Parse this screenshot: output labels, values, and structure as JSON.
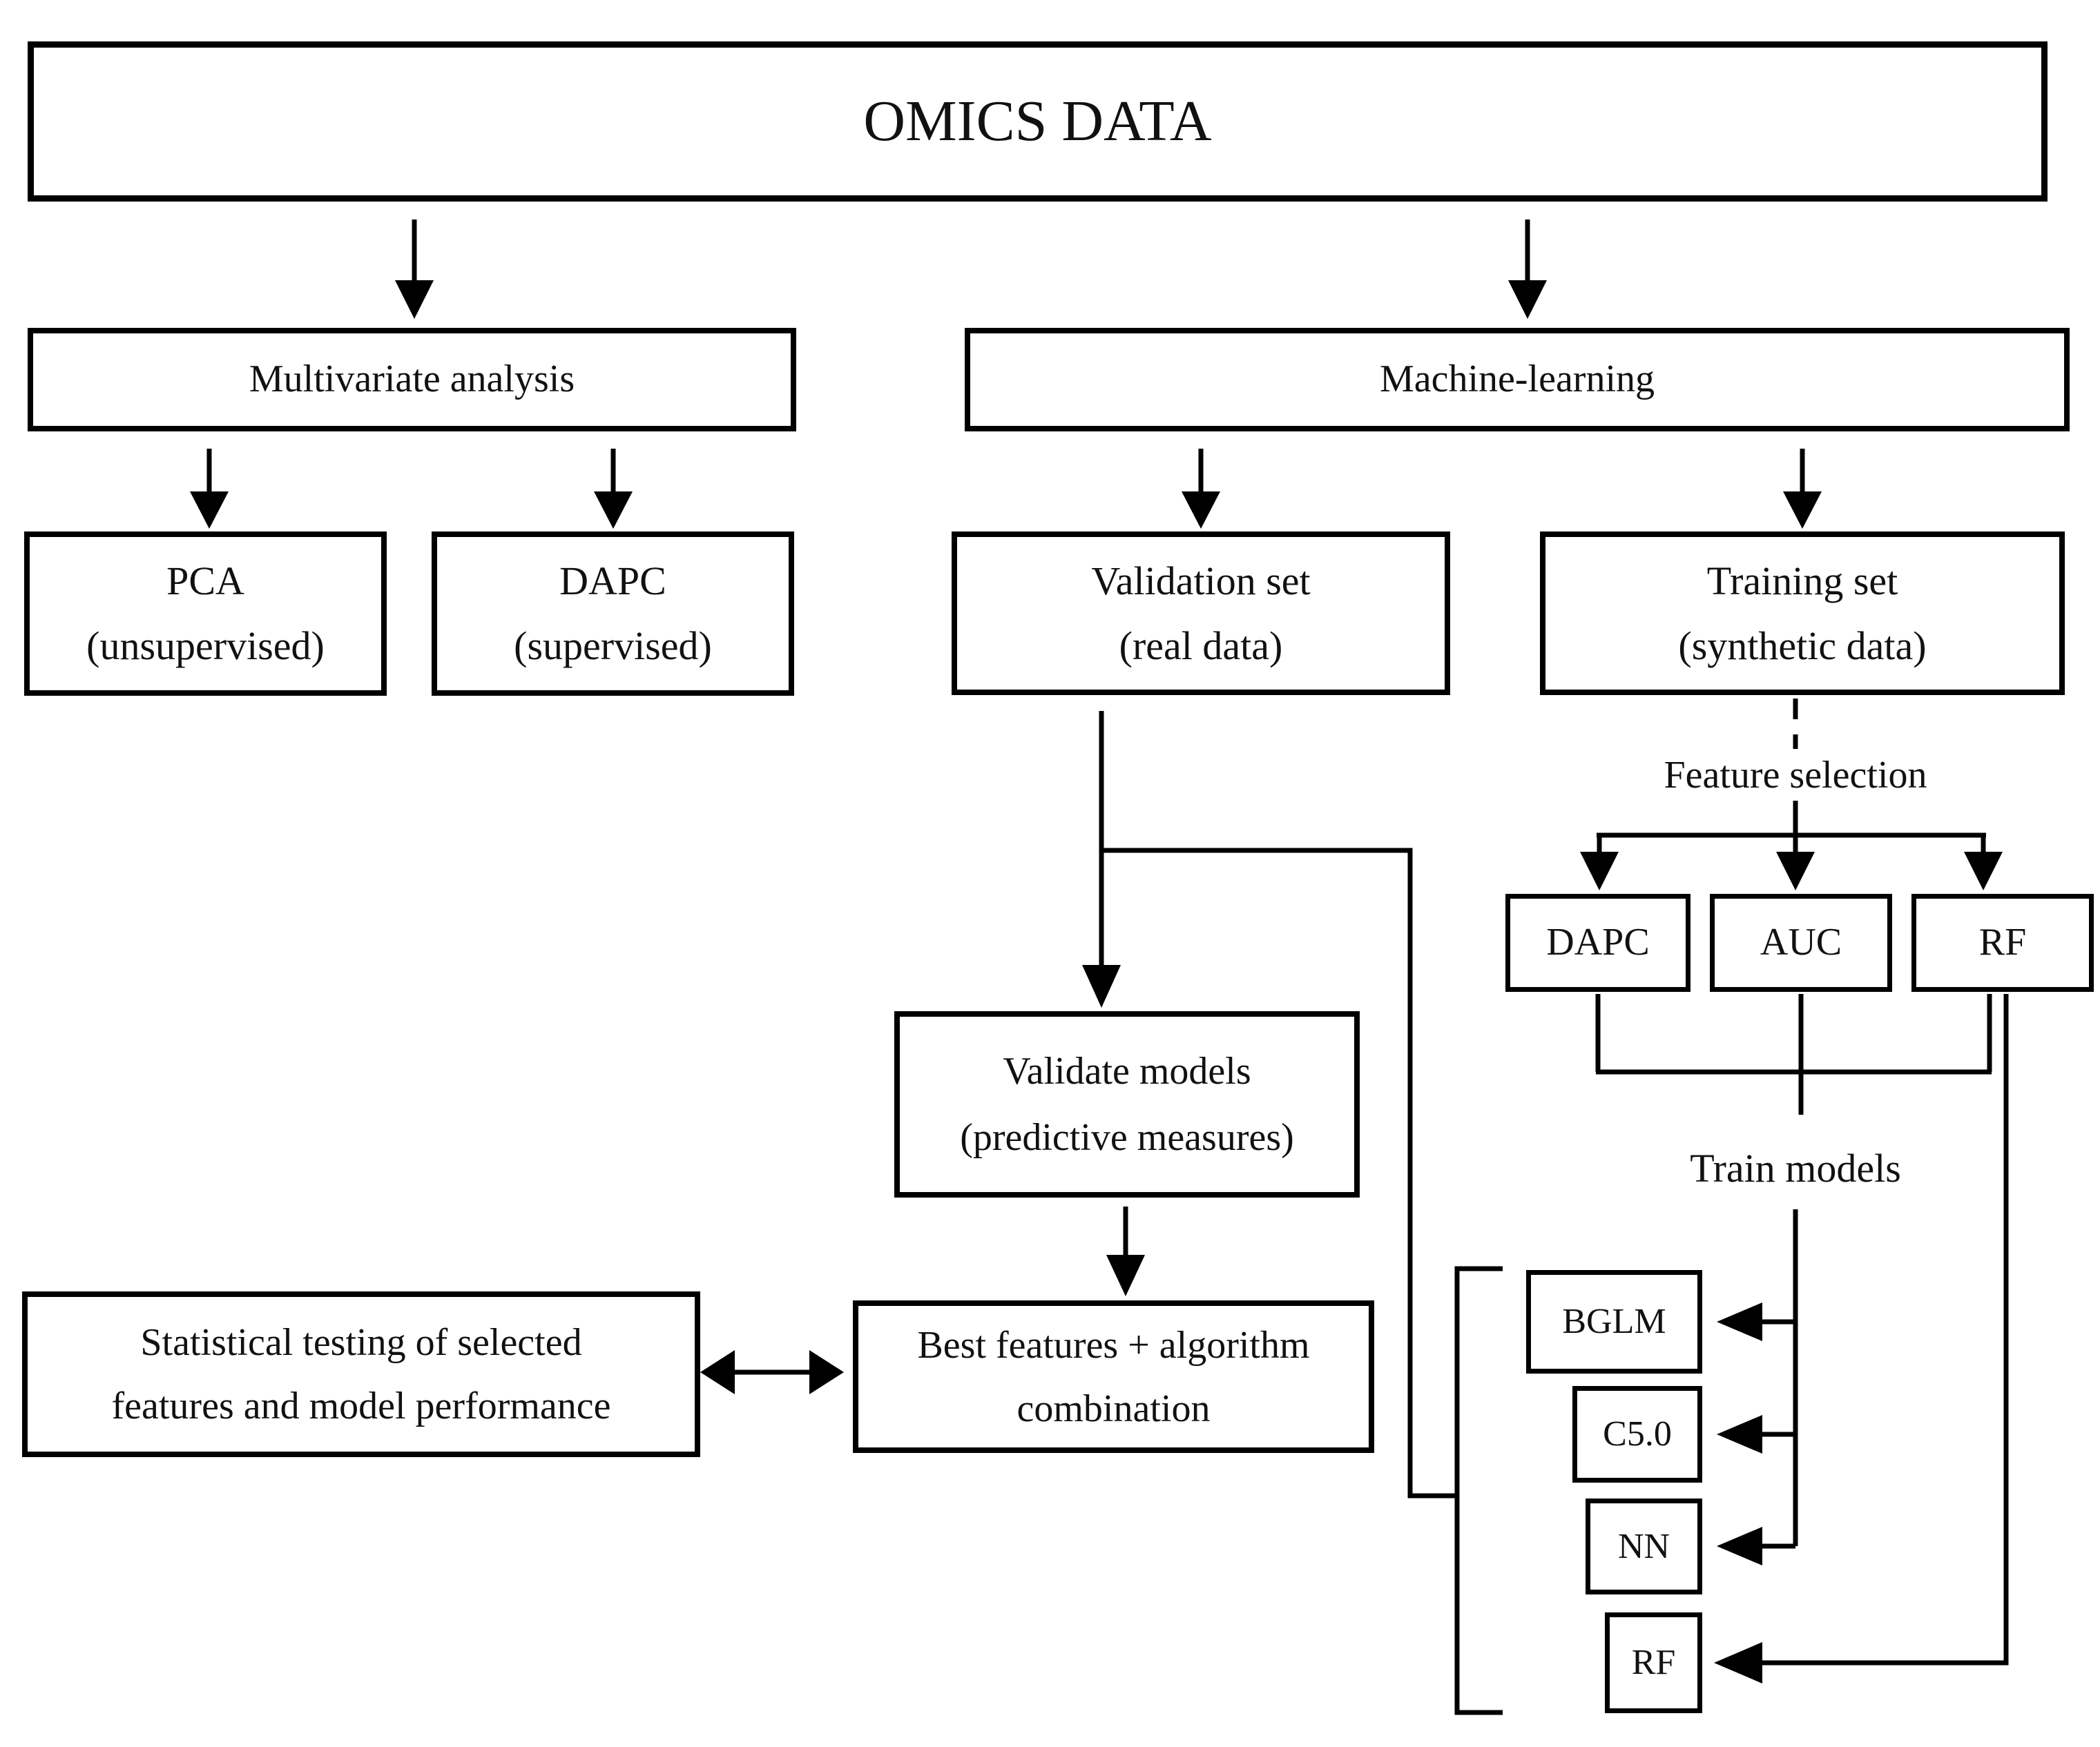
{
  "colors": {
    "background": "#ffffff",
    "line": "#000000",
    "text": "#111111"
  },
  "nodes": {
    "omics": {
      "label": "OMICS DATA"
    },
    "multivariate": {
      "label": "Multivariate analysis"
    },
    "pca": {
      "line1": "PCA",
      "line2": "(unsupervised)"
    },
    "dapc": {
      "line1": "DAPC",
      "line2": "(supervised)"
    },
    "machine_learning": {
      "label": "Machine-learning"
    },
    "validation_set": {
      "line1": "Validation set",
      "line2": "(real data)"
    },
    "training_set": {
      "line1": "Training set",
      "line2": "(synthetic data)"
    },
    "feature_selection": {
      "label": "Feature selection"
    },
    "fs_methods": {
      "dapc": "DAPC",
      "auc": "AUC",
      "rf": "RF"
    },
    "train_models": {
      "label": "Train models"
    },
    "models": {
      "bglm": "BGLM",
      "c50": "C5.0",
      "nn": "NN",
      "rf": "RF"
    },
    "validate_models": {
      "line1": "Validate models",
      "line2": "(predictive measures)"
    },
    "best_features": {
      "line1": "Best features + algorithm",
      "line2": "combination"
    },
    "statistical_testing": {
      "line1": "Statistical testing of selected",
      "line2": "features and model performance"
    }
  }
}
